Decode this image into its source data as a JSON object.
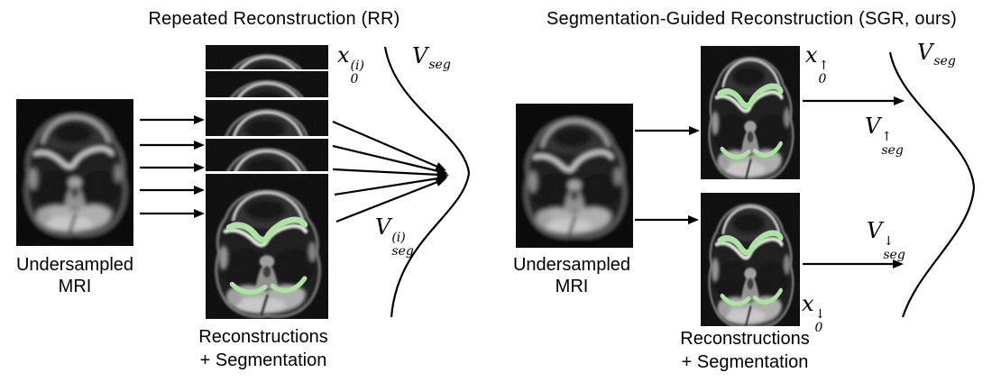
{
  "rr_panel": {
    "title": "Repeated Reconstruction (RR)",
    "input_image_label": [
      "Undersampled",
      "MRI"
    ],
    "output_image_label": [
      "Reconstructions",
      "+ Segmentation"
    ],
    "reconstruction_label": {
      "base": "x",
      "sub": "0",
      "sup": "(i)"
    },
    "distribution_label": {
      "base": "V",
      "sub": "seg"
    },
    "volume_label": {
      "base": "V",
      "sub": "seg",
      "sup": "(i)"
    }
  },
  "sgr_panel": {
    "title": "Segmentation-Guided Reconstruction (SGR, ours)",
    "input_image_label": [
      "Undersampled",
      "MRI"
    ],
    "output_image_label": [
      "Reconstructions",
      "+ Segmentation"
    ],
    "upper_reconstruction_label": {
      "base": "x",
      "sub": "0",
      "sup": "↑"
    },
    "lower_reconstruction_label": {
      "base": "x",
      "sub": "0",
      "sup": "↓"
    },
    "upper_volume_label": {
      "base": "V",
      "sub": "seg",
      "sup": "↑"
    },
    "lower_volume_label": {
      "base": "V",
      "sub": "seg",
      "sup": "↓"
    },
    "distribution_label": {
      "base": "V",
      "sub": "seg"
    }
  },
  "images": {
    "undersampled_mri": "blurry axial knee MRI",
    "reconstruction": "sharp axial knee MRI reconstruction",
    "segmentation": "cartilage segmentation overlay"
  },
  "colors": {
    "background": "#ffffff",
    "ink": "#000000",
    "segmentation_green": "#a6e59b"
  }
}
